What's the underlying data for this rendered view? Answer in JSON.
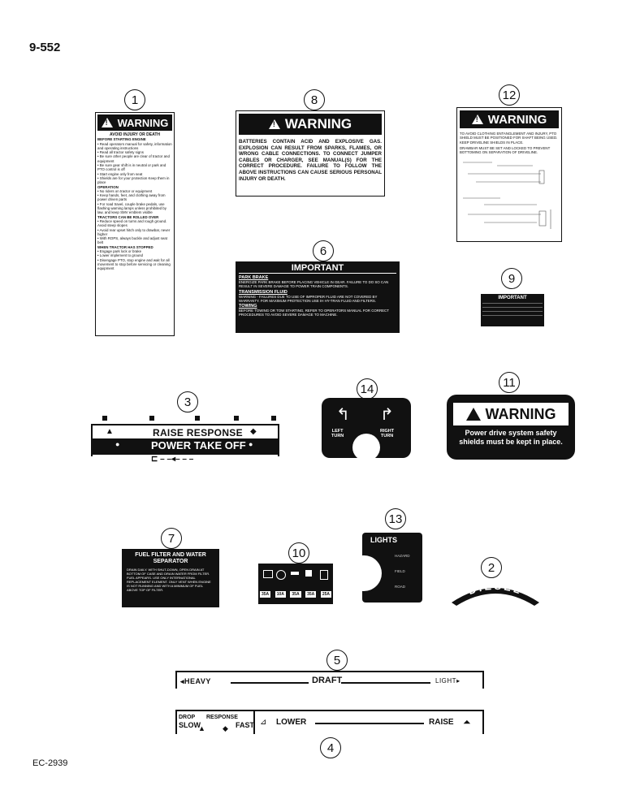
{
  "page_number": "9-552",
  "figure_code": "EC-2939",
  "callouts": {
    "c1": "1",
    "c8": "8",
    "c12": "12",
    "c6": "6",
    "c9": "9",
    "c3": "3",
    "c14": "14",
    "c11": "11",
    "c7": "7",
    "c10": "10",
    "c13": "13",
    "c2": "2",
    "c5": "5",
    "c4": "4"
  },
  "decal1": {
    "header": "WARNING",
    "lines": [
      "AVOID INJURY OR DEATH",
      "BEFORE STARTING ENGINE",
      "• Read operators manual for safety, information and operating instructions",
      "• Read all tractor safety signs",
      "• Be sure other people are clear of tractor and equipment",
      "• Be sure gear shift is in neutral or park and PTO control is off",
      "• Start engine only from seat",
      "• Shields are for your protection Keep them in place",
      "OPERATION",
      "• No riders on tractor or equipment",
      "• Keep hands, feet, and clothing away from power driven parts",
      "• For road travel, couple brake pedals, use flashing warning lamps unless prohibited by law, and keep SMV emblem visible",
      "TRACTORS CAN BE ROLLED OVER",
      "• Reduce speed on turns and rough ground. Avoid steep slopes",
      "• Avoid rear upset hitch only to drawbar, never higher",
      "• With ROPS, always buckle and adjust seat belt",
      "WHEN TRACTOR HAS STOPPED",
      "• Engage park lock or brake",
      "• Lower implement to ground",
      "• Disengage PTO, stop engine and wait for all movement to stop before servicing or cleaning equipment"
    ]
  },
  "decal8": {
    "header": "WARNING",
    "text": "BATTERIES CONTAIN ACID AND EXPLOSIVE GAS. EXPLOSION CAN RESULT FROM SPARKS, FLAMES, OR WRONG CABLE CONNECTIONS. TO CONNECT JUMPER CABLES OR CHARGER, SEE MANUAL(S) FOR THE CORRECT PROCEDURE. FAILURE TO FOLLOW THE ABOVE INSTRUCTIONS CAN CAUSE SERIOUS PERSONAL INJURY OR DEATH."
  },
  "decal12": {
    "header": "WARNING",
    "line1": "TO AVOID CLOTHING ENTANGLEMENT AND INJURY, PTO SHIELD MUST BE POSITIONED FOR SHAFT BEING USED. KEEP DRIVELINE SHIELDS IN PLACE.",
    "line2": "DRAWBAR MUST BE SET AND LOCKED TO PREVENT BOTTOMING ON SEPARATION OF DRIVELINE."
  },
  "decal6": {
    "header": "IMPORTANT",
    "s1_title": "PARK BRAKE",
    "s1_text": "ENERGIZE PARK BRAKE BEFORE PLACING VEHICLE IN GEAR. FAILURE TO DO SO CAN RESULT IN SEVERE DAMAGE TO POWER TRAIN COMPONENTS.",
    "s2_title": "TRANSMISSION FLUID",
    "s2_text": "WARNING - FAILURES DUE TO USE OF IMPROPER FLUID ARE NOT COVERED BY WARRANTY. FOR MAXIMUM PROTECTION USE IH HY-TRAN FLUID AND FILTERS.",
    "s3_title": "TOWING",
    "s3_text": "BEFORE TOWING OR TOW STARTING, REFER TO OPERATORS MANUAL FOR CORRECT PROCEDURES TO AVOID SEVERE DAMAGE TO MACHINE."
  },
  "decal9": {
    "header": "IMPORTANT"
  },
  "decal3": {
    "line1": "RAISE RESPONSE",
    "line2": "POWER TAKE OFF"
  },
  "decal14": {
    "left": "LEFT\nTURN",
    "right": "RIGHT\nTURN"
  },
  "decal11": {
    "header": "WARNING",
    "text": "Power drive system safety shields must be kept in place."
  },
  "decal7": {
    "title": "FUEL FILTER AND WATER SEPARATOR",
    "text": "DRAIN DAILY. WITH SHUT-DOWN, OPEN DRAIN AT BOTTOM OF CASE AND DRAIN WATER FROM FILTER. FUEL APPEARS. USE ONLY INTERNATIONAL REPLACEMENT ELEMENT. ONLY VENT WHEN ENGINE IS NOT RUNNING AND WITH A MINIMUM OF FUEL ABOVE TOP OF FILTER."
  },
  "decal10": {
    "fuses": [
      "35A",
      "10A",
      "35A",
      "35A",
      "25A"
    ]
  },
  "decal13": {
    "title": "LIGHTS",
    "positions": [
      "HAZARD",
      "FIELD",
      "ROAD"
    ]
  },
  "decal2": {
    "text": "DIESEL"
  },
  "decal5": {
    "left": "HEAVY",
    "center": "DRAFT",
    "right": "LIGHT"
  },
  "decal4": {
    "drop": "DROP",
    "response": "RESPONSE",
    "slow": "SLOW",
    "fast": "FAST",
    "lower": "LOWER",
    "raise": "RAISE"
  },
  "colors": {
    "ink": "#111111",
    "paper": "#ffffff"
  }
}
